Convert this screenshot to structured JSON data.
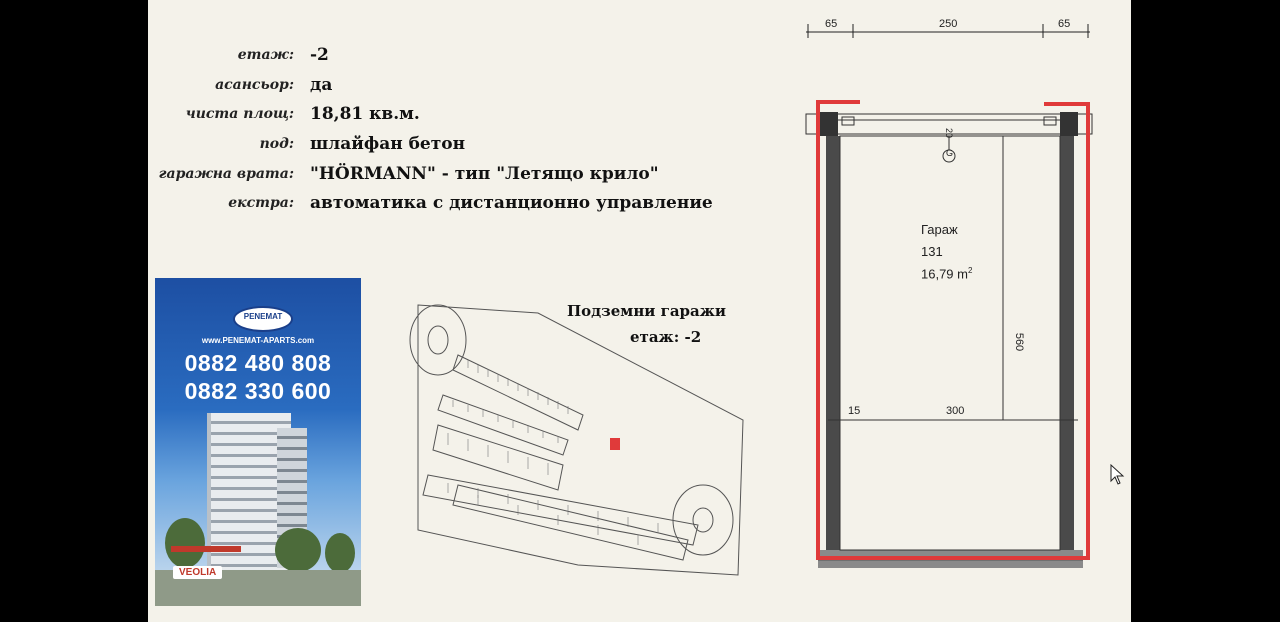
{
  "properties": [
    {
      "label": "етаж:",
      "value": "-2"
    },
    {
      "label": "асансьор:",
      "value": "да"
    },
    {
      "label": "чиста площ:",
      "value": "18,81  кв.м."
    },
    {
      "label": "под:",
      "value": "шлайфан бетон"
    },
    {
      "label": "гаражна врата:",
      "value": "\"HÖRMANN\" - тип \"Летящо крило\""
    },
    {
      "label": "екстра:",
      "value": "автоматика с дистанционно управление"
    }
  ],
  "brochure": {
    "logo": "PENEMAT",
    "website": "www.PENEMAT-APARTS.com",
    "phone1": "0882 480 808",
    "phone2": "0882 330 600",
    "sponsor": "VEOLIA"
  },
  "site_plan": {
    "caption_line1": "Подземни гаражи",
    "caption_line2": "етаж: -2"
  },
  "floor_plan": {
    "dims_top": [
      "65",
      "250",
      "65"
    ],
    "garage_label": "Гараж",
    "garage_number": "131",
    "garage_area": "16,79 m",
    "area_sup": "2",
    "depth": "560",
    "width_left": "15",
    "width": "300",
    "door_mark": "G",
    "door_gap": "20",
    "accent_color": "#e03a3a"
  }
}
